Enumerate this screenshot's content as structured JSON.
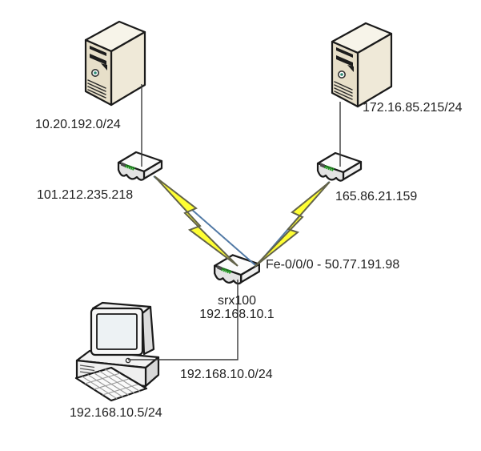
{
  "diagram": {
    "nodes": {
      "server_left": {
        "label": "10.20.192.0/24"
      },
      "router_left": {
        "label": "101.212.235.218"
      },
      "server_right": {
        "label": "172.16.85.215/24"
      },
      "router_right": {
        "label": "165.86.21.159"
      },
      "srx100": {
        "name": "srx100",
        "wan_interface": "Fe-0/0/0 - 50.77.191.98",
        "lan_ip": "192.168.10.1"
      },
      "lan_segment": {
        "label": "192.168.10.0/24"
      },
      "workstation": {
        "label": "192.168.10.5/24"
      }
    },
    "colors": {
      "bolt_fill": "#ffff33",
      "bolt_stroke": "#63634a",
      "comm_line": "#527aa6",
      "connector_line": "#3a3a3a",
      "label_text": "#1f1f1f"
    }
  }
}
